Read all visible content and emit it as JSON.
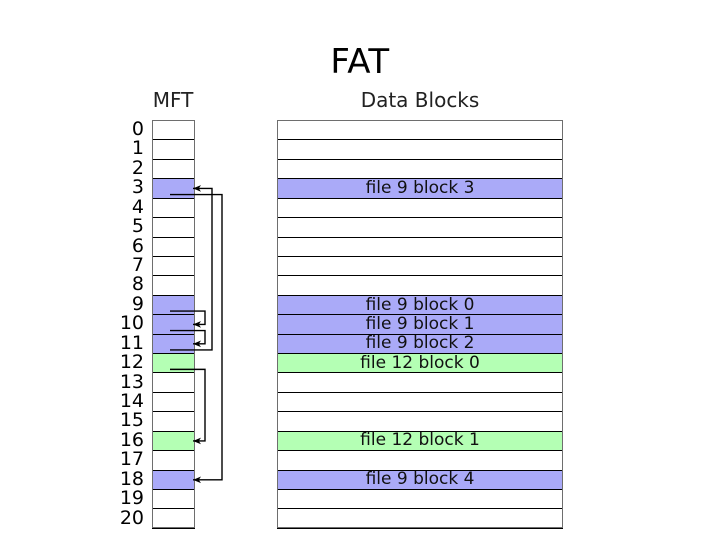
{
  "title": "FAT",
  "columns": {
    "mft_label": "MFT",
    "data_blocks_label": "Data Blocks"
  },
  "colors": {
    "file9_blue": "#aaaaf8",
    "file12_green": "#b4ffb4",
    "empty_white": "#ffffff",
    "border_black": "#000000",
    "frame_gray": "#6e6e6e",
    "text_black": "#000000"
  },
  "row_indices": [
    "0",
    "1",
    "2",
    "3",
    "4",
    "5",
    "6",
    "7",
    "8",
    "9",
    "10",
    "11",
    "12",
    "13",
    "14",
    "15",
    "16",
    "17",
    "18",
    "19",
    "20"
  ],
  "mft_entries": [
    {
      "index": "0",
      "fill": "white",
      "label": ""
    },
    {
      "index": "1",
      "fill": "white",
      "label": ""
    },
    {
      "index": "2",
      "fill": "white",
      "label": ""
    },
    {
      "index": "3",
      "fill": "blue",
      "label": ""
    },
    {
      "index": "4",
      "fill": "white",
      "label": ""
    },
    {
      "index": "5",
      "fill": "white",
      "label": ""
    },
    {
      "index": "6",
      "fill": "white",
      "label": ""
    },
    {
      "index": "7",
      "fill": "white",
      "label": ""
    },
    {
      "index": "8",
      "fill": "white",
      "label": ""
    },
    {
      "index": "9",
      "fill": "blue",
      "label": ""
    },
    {
      "index": "10",
      "fill": "blue",
      "label": ""
    },
    {
      "index": "11",
      "fill": "blue",
      "label": ""
    },
    {
      "index": "12",
      "fill": "green",
      "label": ""
    },
    {
      "index": "13",
      "fill": "white",
      "label": ""
    },
    {
      "index": "14",
      "fill": "white",
      "label": ""
    },
    {
      "index": "15",
      "fill": "white",
      "label": ""
    },
    {
      "index": "16",
      "fill": "green",
      "label": ""
    },
    {
      "index": "17",
      "fill": "white",
      "label": ""
    },
    {
      "index": "18",
      "fill": "blue",
      "label": ""
    },
    {
      "index": "19",
      "fill": "white",
      "label": ""
    },
    {
      "index": "20",
      "fill": "white",
      "label": ""
    }
  ],
  "data_blocks": [
    {
      "index": "0",
      "fill": "white",
      "label": ""
    },
    {
      "index": "1",
      "fill": "white",
      "label": ""
    },
    {
      "index": "2",
      "fill": "white",
      "label": ""
    },
    {
      "index": "3",
      "fill": "blue",
      "label": "file 9 block 3"
    },
    {
      "index": "4",
      "fill": "white",
      "label": ""
    },
    {
      "index": "5",
      "fill": "white",
      "label": ""
    },
    {
      "index": "6",
      "fill": "white",
      "label": ""
    },
    {
      "index": "7",
      "fill": "white",
      "label": ""
    },
    {
      "index": "8",
      "fill": "white",
      "label": ""
    },
    {
      "index": "9",
      "fill": "blue",
      "label": "file 9 block 0"
    },
    {
      "index": "10",
      "fill": "blue",
      "label": "file 9 block 1"
    },
    {
      "index": "11",
      "fill": "blue",
      "label": "file 9 block 2"
    },
    {
      "index": "12",
      "fill": "green",
      "label": "file 12 block 0"
    },
    {
      "index": "13",
      "fill": "white",
      "label": ""
    },
    {
      "index": "14",
      "fill": "white",
      "label": ""
    },
    {
      "index": "15",
      "fill": "white",
      "label": ""
    },
    {
      "index": "16",
      "fill": "green",
      "label": "file 12 block 1"
    },
    {
      "index": "17",
      "fill": "white",
      "label": ""
    },
    {
      "index": "18",
      "fill": "blue",
      "label": "file 9 block 4"
    },
    {
      "index": "19",
      "fill": "white",
      "label": ""
    },
    {
      "index": "20",
      "fill": "white",
      "label": ""
    }
  ],
  "chain_arrows": [
    {
      "name": "mft-link-9-to-10",
      "from_row": "9",
      "to_row": "10",
      "chain": "file 9"
    },
    {
      "name": "mft-link-10-to-11",
      "from_row": "10",
      "to_row": "11",
      "chain": "file 9"
    },
    {
      "name": "mft-link-11-to-3",
      "from_row": "11",
      "to_row": "3",
      "chain": "file 9"
    },
    {
      "name": "mft-link-3-to-18",
      "from_row": "3",
      "to_row": "18",
      "chain": "file 9"
    },
    {
      "name": "mft-link-12-to-16",
      "from_row": "12",
      "to_row": "16",
      "chain": "file 12"
    }
  ]
}
